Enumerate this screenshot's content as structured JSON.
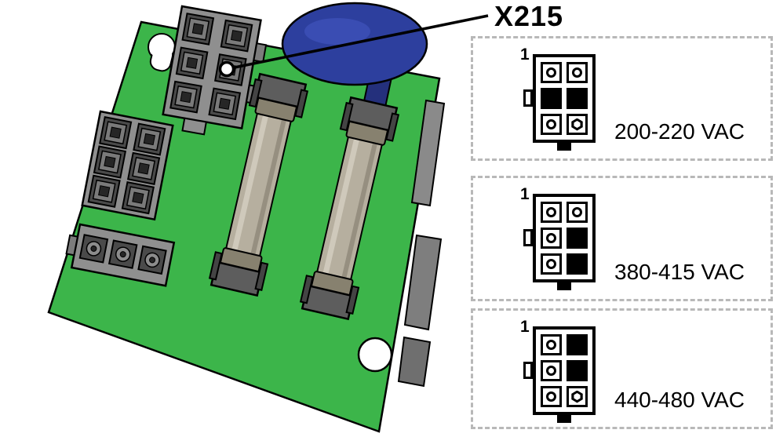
{
  "figure": {
    "callout_label": "X215",
    "pin1_label": "1"
  },
  "variants": [
    {
      "id": "200-220",
      "label": "200-220 VAC",
      "pins": [
        "round",
        "round",
        "filled",
        "filled",
        "round",
        "key"
      ]
    },
    {
      "id": "380-415",
      "label": "380-415 VAC",
      "pins": [
        "round",
        "round",
        "round",
        "filled",
        "round",
        "filled"
      ]
    },
    {
      "id": "440-480",
      "label": "440-480 VAC",
      "pins": [
        "round",
        "filled",
        "round",
        "filled",
        "round",
        "key"
      ]
    }
  ],
  "colors": {
    "board_green": "#3CB54A",
    "cap_blue": "#2D3F9E",
    "connector_gray": "#8F8F8F",
    "fuse_body": "#B6AF9F",
    "outline": "#000000",
    "dashed_border": "#B8B8B8"
  }
}
